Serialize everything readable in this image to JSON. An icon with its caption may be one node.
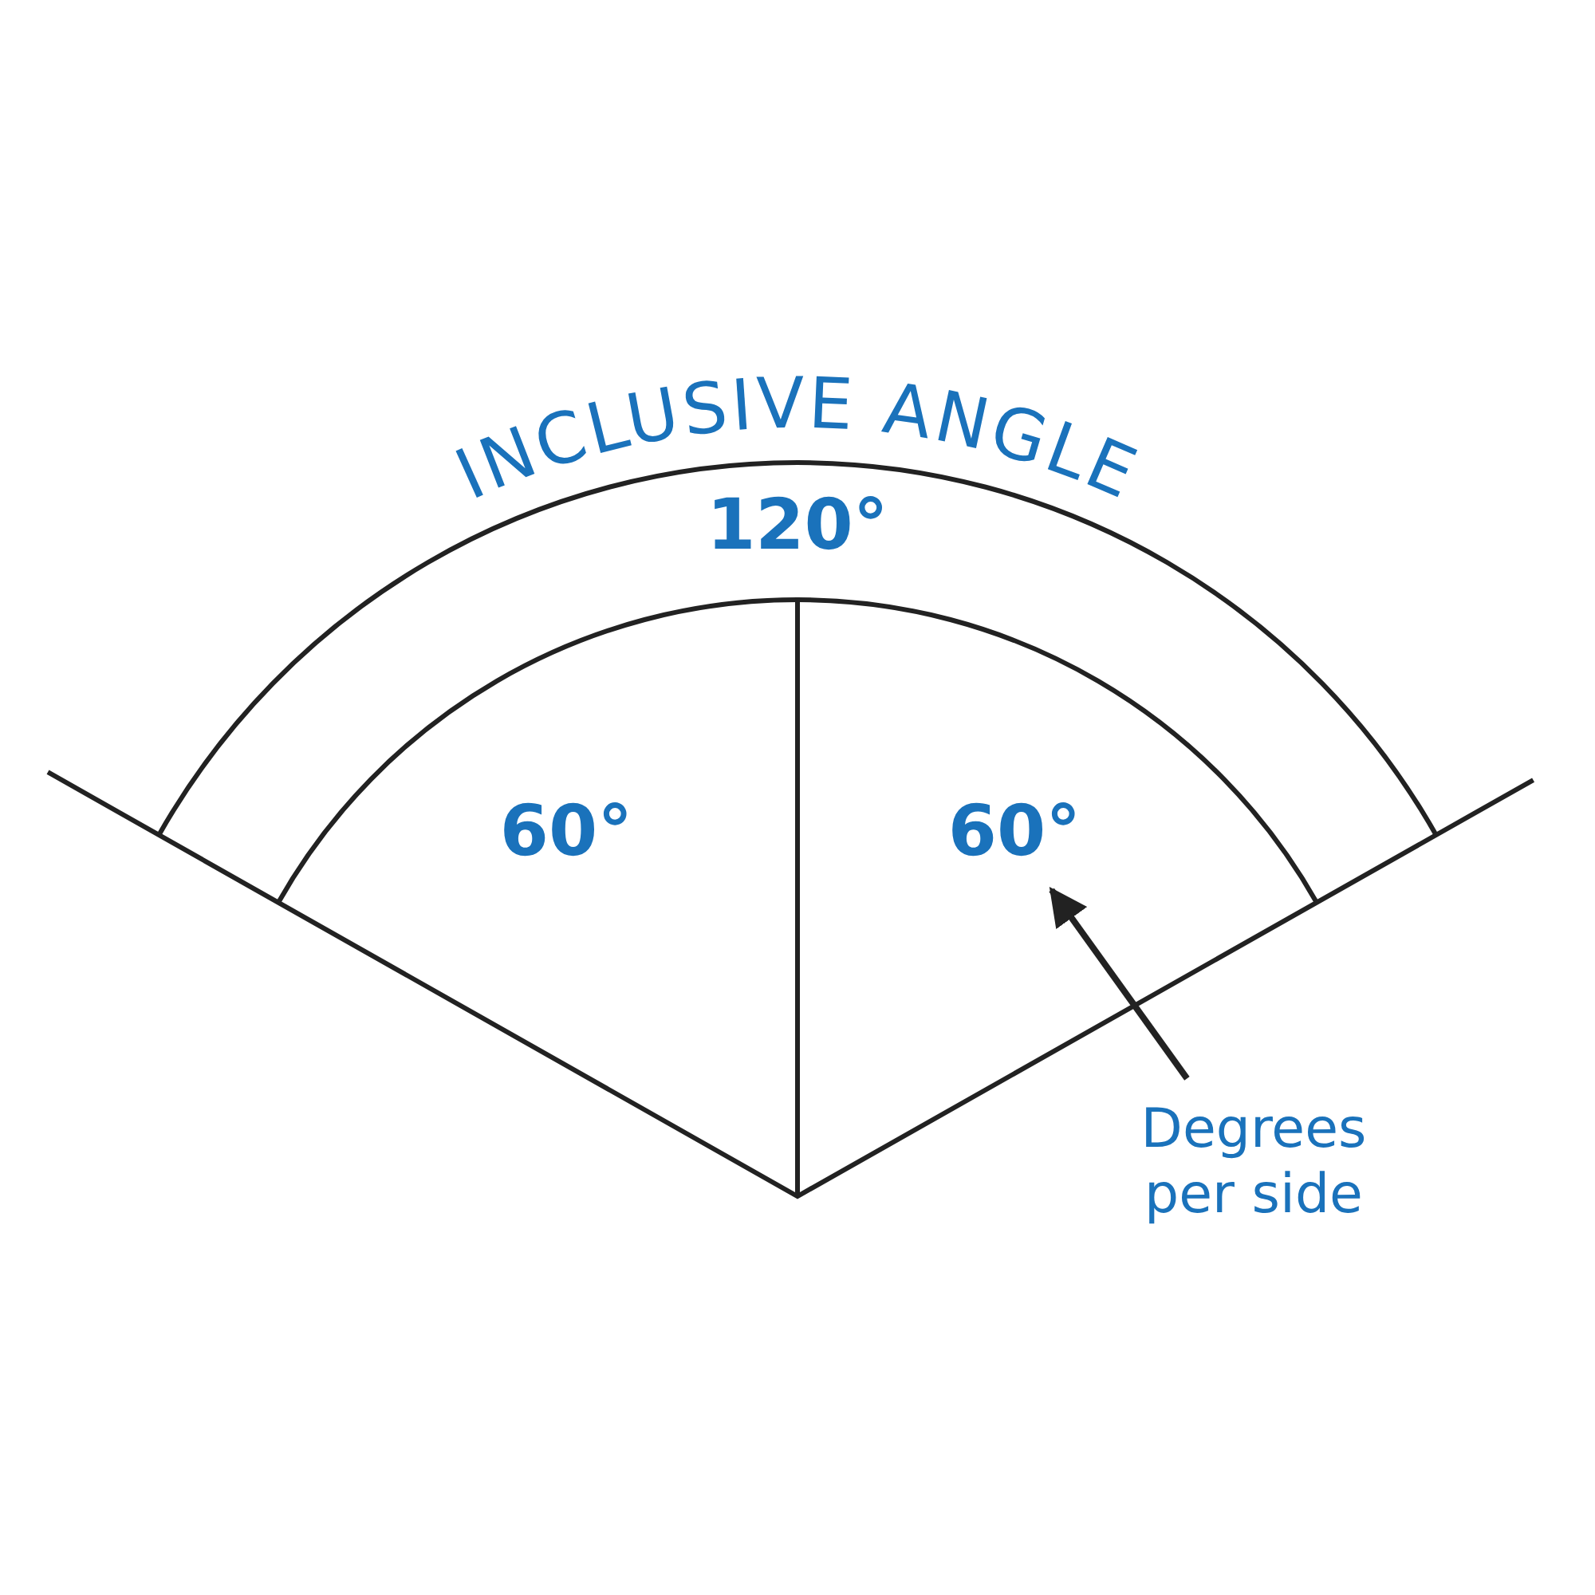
{
  "diagram": {
    "nodes": [
      {
        "text": [
          "60°"
        ]
      },
      {
        "text": [
          "Degrees per side"
        ]
      }
    ],
    "edges": [
      {
        "from": 1,
        "to": 0,
        "arrow": "to"
      }
    ],
    "labels": [
      "INCLUSIVE ANGLE",
      "120°",
      "60°"
    ]
  }
}
